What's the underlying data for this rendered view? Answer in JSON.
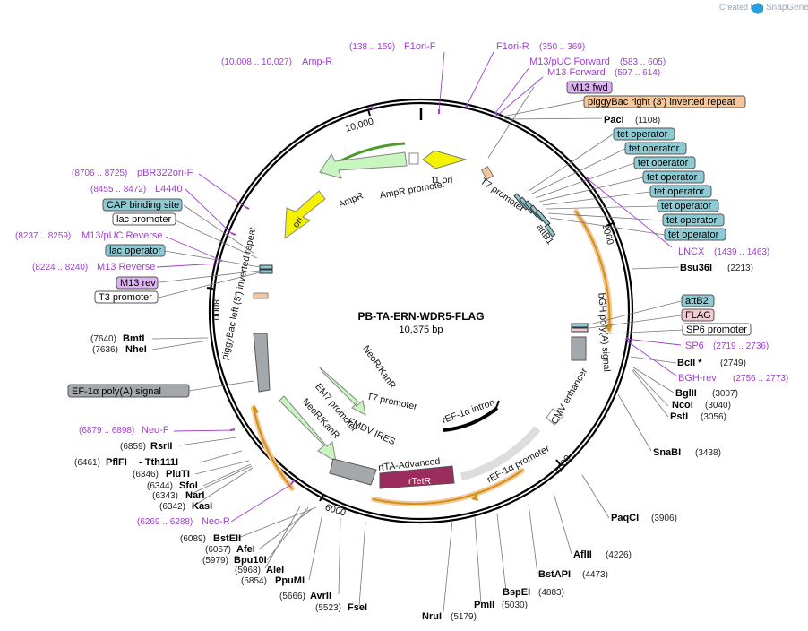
{
  "watermark": {
    "created_by": "Created by",
    "brand": "SnapGene"
  },
  "map": {
    "name": "PB-TA-ERN-WDR5-FLAG",
    "size_label": "10,375 bp",
    "total_bp": 10375,
    "tick_labels": [
      "2000",
      "4000",
      "6000",
      "8000",
      "10,000"
    ]
  },
  "enzymes_right": [
    {
      "name": "PacI",
      "pos": "(1108)"
    },
    {
      "name": "Bsu36I",
      "pos": "(2213)"
    },
    {
      "name": "BclI *",
      "pos": "(2749)"
    },
    {
      "name": "BglII",
      "pos": "(3007)"
    },
    {
      "name": "NcoI",
      "pos": "(3040)"
    },
    {
      "name": "PstI",
      "pos": "(3056)"
    },
    {
      "name": "SnaBI",
      "pos": "(3438)"
    },
    {
      "name": "PaqCI",
      "pos": "(3906)"
    },
    {
      "name": "AflII",
      "pos": "(4226)"
    },
    {
      "name": "BstAPI",
      "pos": "(4473)"
    },
    {
      "name": "BspEI",
      "pos": "(4883)"
    },
    {
      "name": "PmlI",
      "pos": "(5030)"
    },
    {
      "name": "NruI",
      "pos": "(5179)"
    }
  ],
  "enzymes_left": [
    {
      "name": "FseI",
      "pos": "(5523)"
    },
    {
      "name": "AvrII",
      "pos": "(5666)"
    },
    {
      "name": "PpuMI",
      "pos": "(5854)"
    },
    {
      "name": "AleI",
      "pos": "(5968)"
    },
    {
      "name": "Bpu10I",
      "pos": "(5979)"
    },
    {
      "name": "AfeI",
      "pos": "(6057)"
    },
    {
      "name": "BstEII",
      "pos": "(6089)"
    },
    {
      "name": "KasI",
      "pos": "(6342)"
    },
    {
      "name": "NarI",
      "pos": "(6343)"
    },
    {
      "name": "SfoI",
      "pos": "(6344)"
    },
    {
      "name": "PluTI",
      "pos": "(6346)"
    },
    {
      "name": "PflFI",
      "pos": "(6461)"
    },
    {
      "name": "- Tth111I",
      "pos": ""
    },
    {
      "name": "RsrII",
      "pos": "(6859)"
    },
    {
      "name": "NheI",
      "pos": "(7636)"
    },
    {
      "name": "BmtI",
      "pos": "(7640)"
    }
  ],
  "primers": [
    {
      "name": "F1ori-F",
      "pos": "(138 .. 159)"
    },
    {
      "name": "F1ori-R",
      "pos": "(350 .. 369)"
    },
    {
      "name": "M13/pUC Forward",
      "pos": "(583 .. 605)"
    },
    {
      "name": "M13 Forward",
      "pos": "(597 .. 614)"
    },
    {
      "name": "Amp-R",
      "pos": "(10,008 .. 10,027)"
    },
    {
      "name": "pBR322ori-F",
      "pos": "(8706 .. 8725)"
    },
    {
      "name": "L4440",
      "pos": "(8455 .. 8472)"
    },
    {
      "name": "M13/pUC Reverse",
      "pos": "(8237 .. 8259)"
    },
    {
      "name": "M13 Reverse",
      "pos": "(8224 .. 8240)"
    },
    {
      "name": "LNCX",
      "pos": "(1439 .. 1463)"
    },
    {
      "name": "SP6",
      "pos": "(2719 .. 2736)"
    },
    {
      "name": "BGH-rev",
      "pos": "(2756 .. 2773)"
    },
    {
      "name": "Neo-F",
      "pos": "(6879 .. 6898)"
    },
    {
      "name": "Neo-R",
      "pos": "(6269 .. 6288)"
    }
  ],
  "boxed_features": {
    "m13_fwd": "M13 fwd",
    "pb_right": "piggyBac right (3') inverted repeat",
    "tet_operator": "tet operator",
    "attB2": "attB2",
    "flag": "FLAG",
    "sp6_promoter": "SP6 promoter",
    "cap_site": "CAP binding site",
    "lac_promoter": "lac promoter",
    "lac_operator": "lac operator",
    "m13_rev": "M13 rev",
    "t3_promoter": "T3 promoter",
    "ef1a_polya": "EF-1α poly(A) signal"
  },
  "inner_features": {
    "f1_ori": "f1 ori",
    "ampr_promoter": "AmpR promoter",
    "ampr": "AmpR",
    "t7_promoter": "T7 promoter",
    "attB1": "attB1",
    "ori": "ori",
    "pb_left": "piggyBac left (5') inverted repeat",
    "bgh": "bGH poly(A) signal",
    "cmv": "CMV enhancer",
    "ref1a_promoter": "rEF-1α promoter",
    "ref1a_intron": "rEF-1α intron",
    "neokan_promoter": "NeoR/KanR",
    "t7_promoter2": "T7 promoter",
    "em7": "EM7 promoter",
    "neokan": "NeoR/KanR",
    "fmdv": "FMDV IRES",
    "rtta": "rtTA-Advanced",
    "rtetr": "rTetR"
  },
  "colors": {
    "purple": "#a040d0",
    "ori_yellow": "#f5f200",
    "resistance_green": "#c8f5c0",
    "tet_teal": "#8ecad3",
    "polya_gray": "#a3a8ad",
    "rtetr": "#9b2d5e",
    "pb_orange": "#f5c79a",
    "m13_purple": "#ddb2f0",
    "flag_pink": "#f3c9d3"
  }
}
